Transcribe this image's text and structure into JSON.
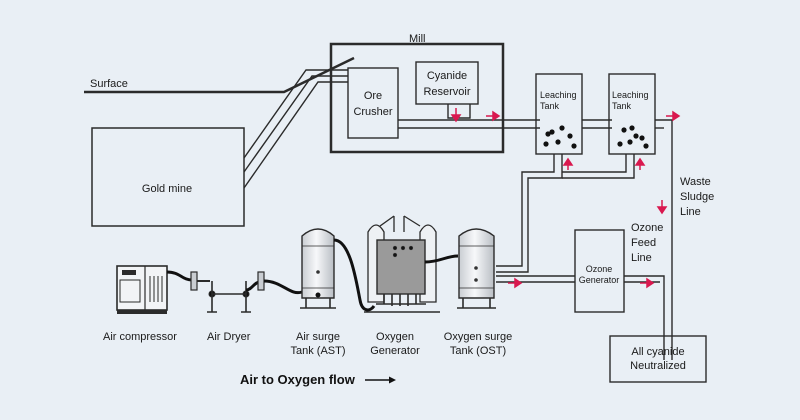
{
  "labels": {
    "surface": "Surface",
    "mill": "Mill",
    "gold_mine": "Gold mine",
    "ore_crusher": [
      "Ore",
      "Crusher"
    ],
    "cyanide_reservoir": [
      "Cyanide",
      "Reservoir"
    ],
    "leaching_tank_1": [
      "Leaching",
      "Tank"
    ],
    "leaching_tank_2": [
      "Leaching",
      "Tank"
    ],
    "waste_sludge_line": [
      "Waste",
      "Sludge",
      "Line"
    ],
    "ozone_feed_line": [
      "Ozone",
      "Feed",
      "Line"
    ],
    "ozone_generator": [
      "Ozone",
      "Generator"
    ],
    "all_cyanide_neutralized": [
      "All cyanide",
      "Neutralized"
    ],
    "air_compressor": "Air compressor",
    "air_dryer": "Air Dryer",
    "air_surge_tank": [
      "Air surge",
      "Tank (AST)"
    ],
    "oxygen_generator": [
      "Oxygen",
      "Generator"
    ],
    "oxygen_surge_tank": [
      "Oxygen surge",
      "Tank (OST)"
    ],
    "flow_caption": "Air to Oxygen flow"
  },
  "colors": {
    "background": "#e9eff5",
    "line": "#2b2b2b",
    "arrow": "#d9184f",
    "tank_fill": "#f4f6f8",
    "generator_panel": "#9a9a9a"
  }
}
